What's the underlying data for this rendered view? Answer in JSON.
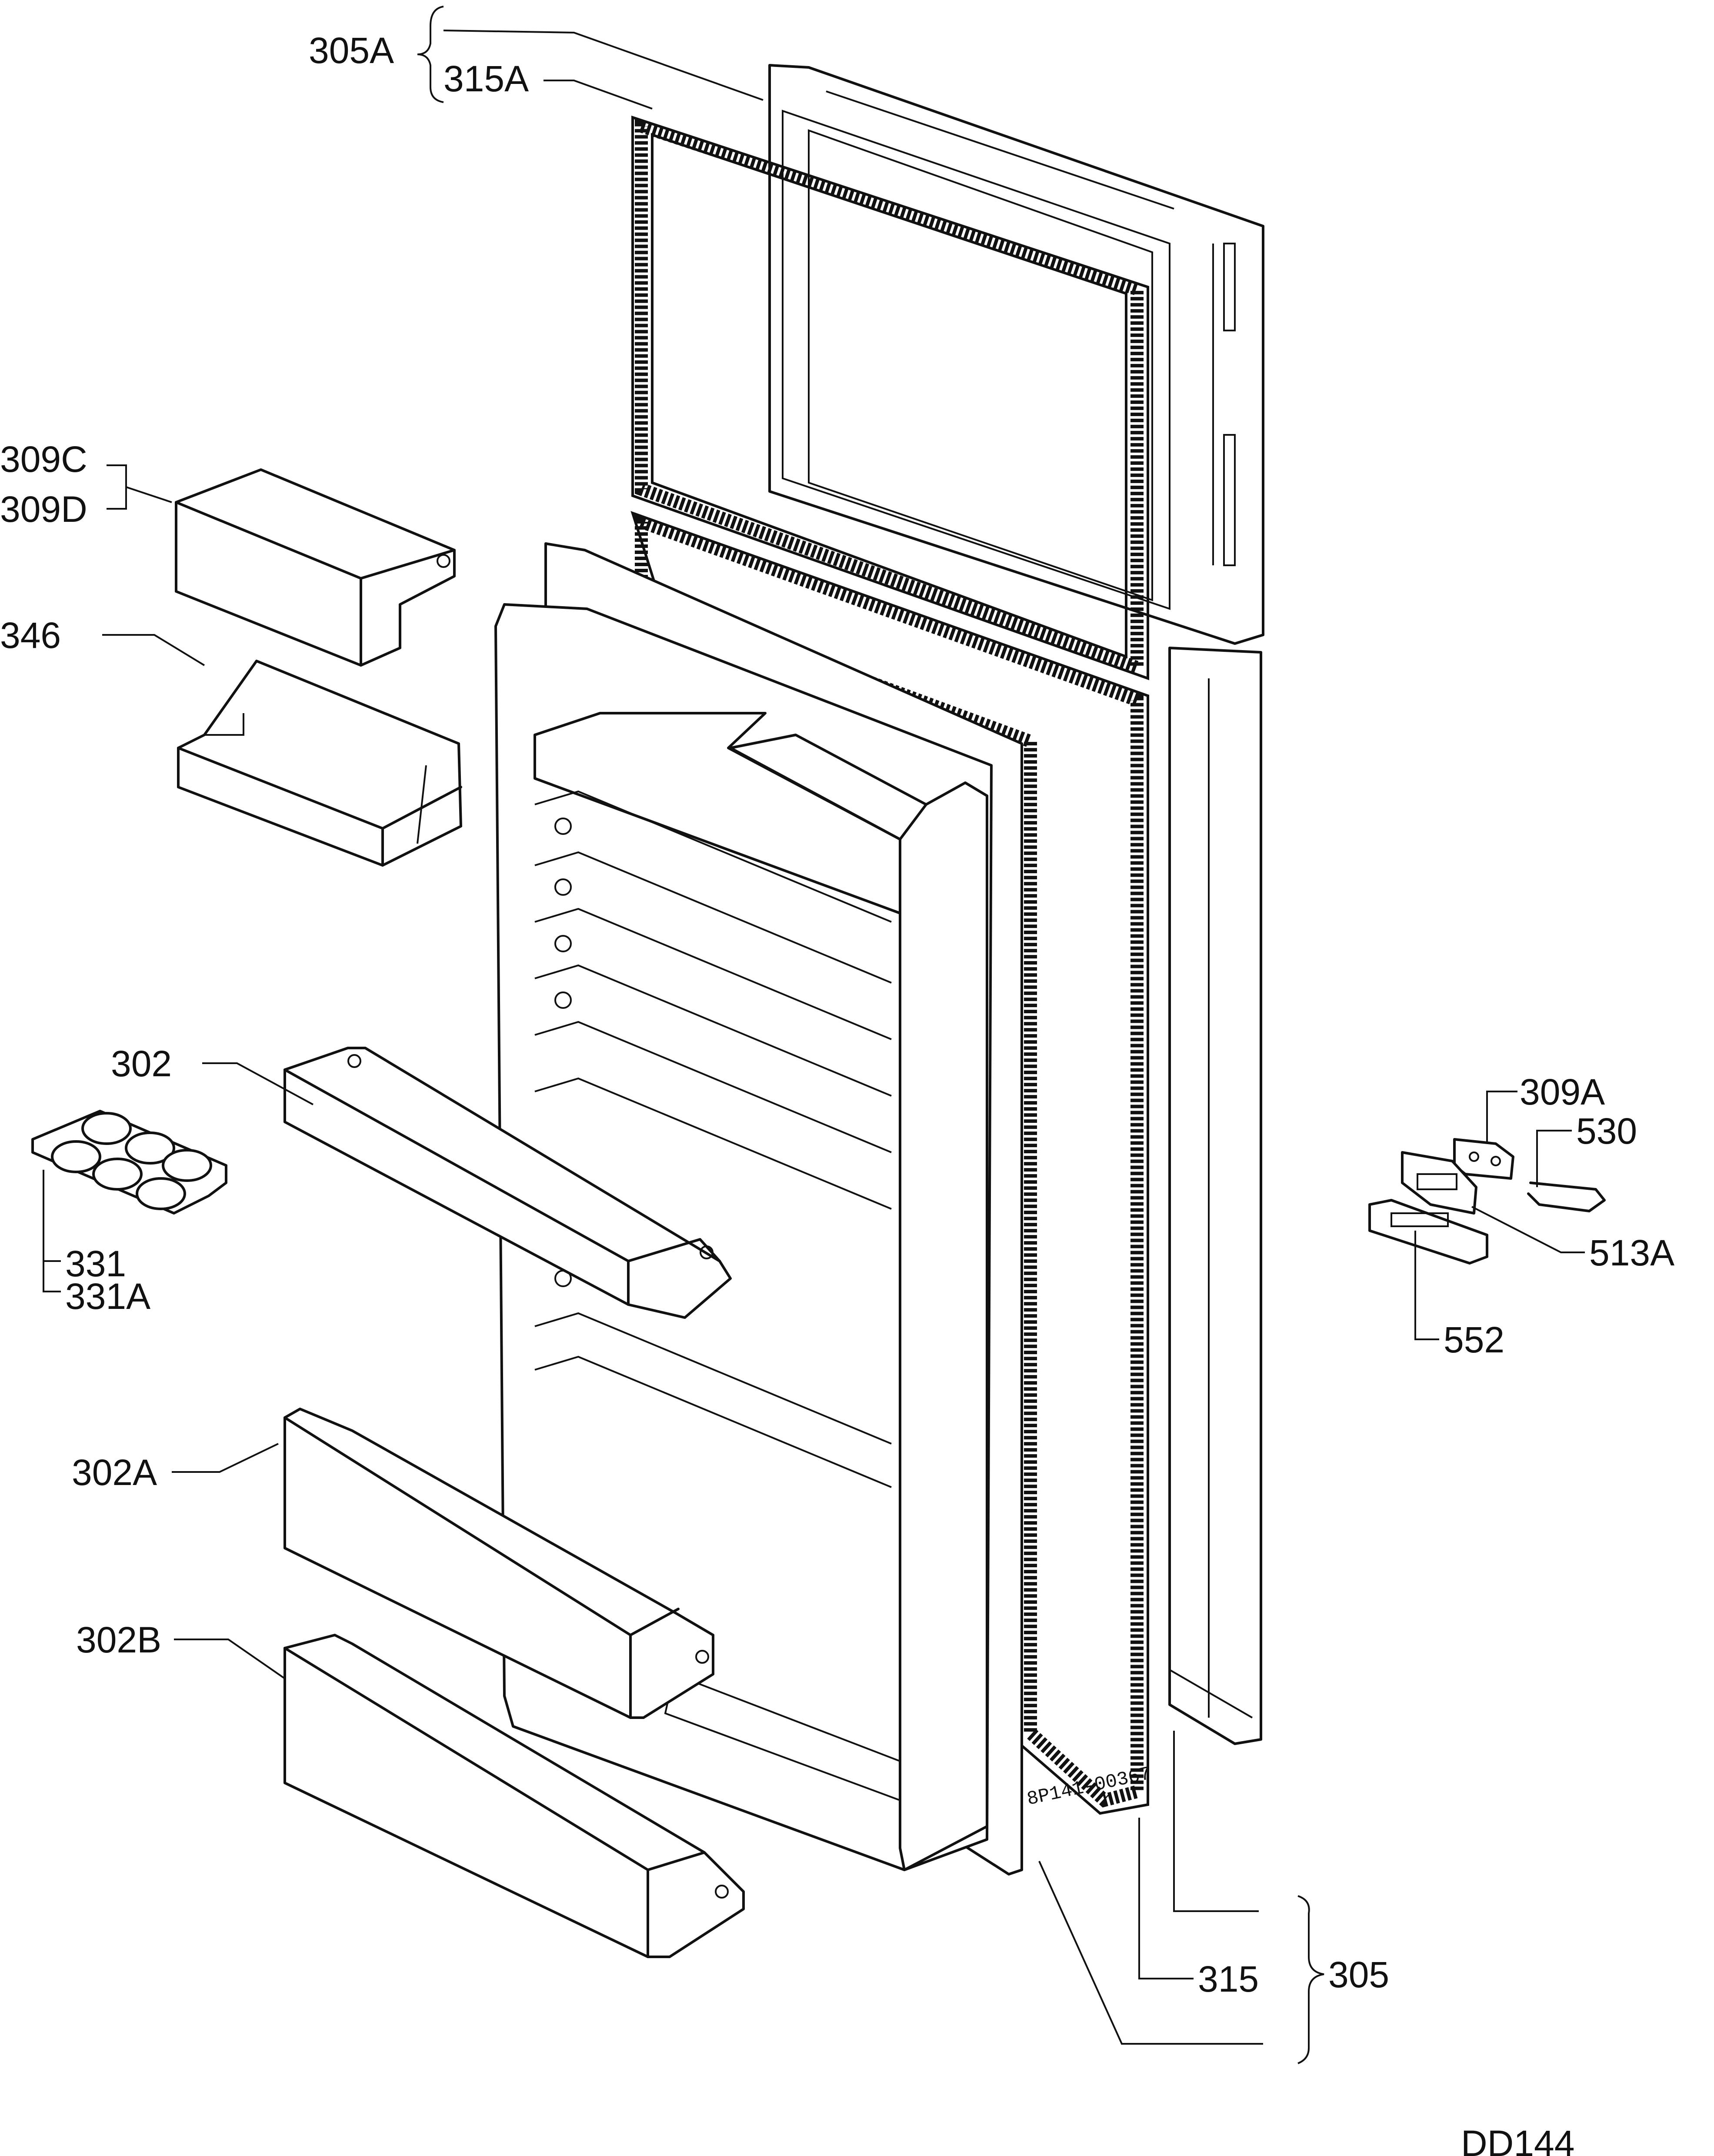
{
  "labels": {
    "l305a": "305A",
    "l315a": "315A",
    "l309c": "309C",
    "l309d": "309D",
    "l346": "346",
    "l302": "302",
    "l331": "331",
    "l331a": "331A",
    "l302a": "302A",
    "l302b": "302B",
    "l309a": "309A",
    "l530": "530",
    "l513a": "513A",
    "l552": "552",
    "l315": "315",
    "l305": "305"
  },
  "drawing_ref": "8P141-00367",
  "footer_code": "DD144"
}
